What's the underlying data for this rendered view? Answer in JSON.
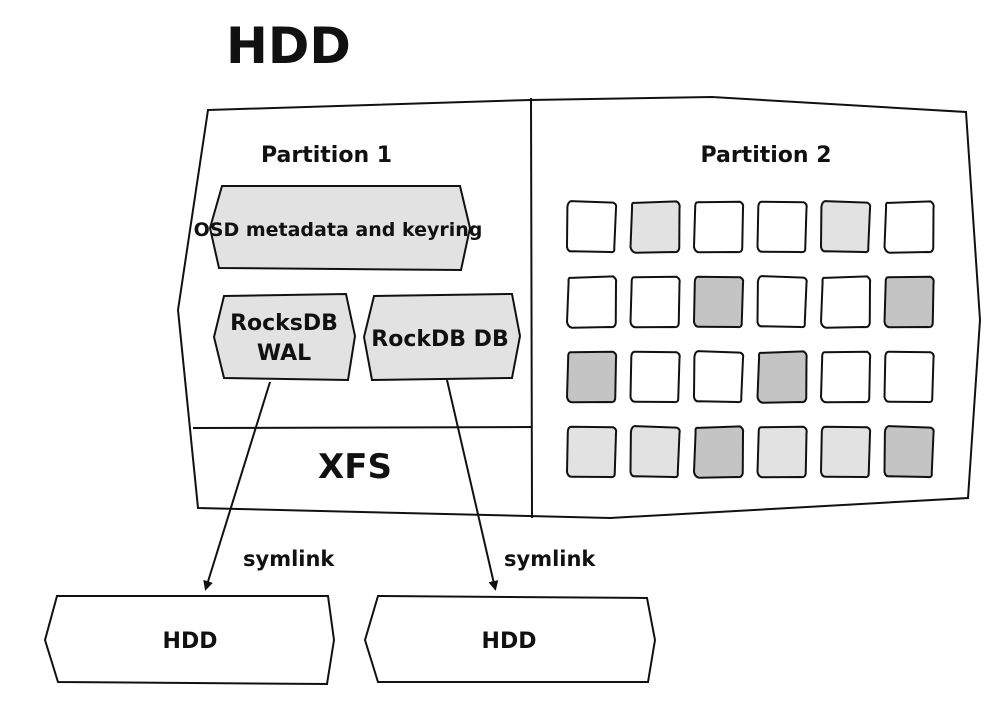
{
  "title": "HDD",
  "partition1": {
    "label": "Partition 1",
    "osd_box": "OSD metadata and keyring",
    "rocksdb_wal_line1": "RocksDB",
    "rocksdb_wal_line2": "WAL",
    "rockdb_db": "RockDB DB",
    "xfs": "XFS"
  },
  "partition2": {
    "label": "Partition 2",
    "grid_rows": [
      [
        "white",
        "light",
        "white",
        "white",
        "light",
        "white"
      ],
      [
        "white",
        "white",
        "dark",
        "white",
        "white",
        "dark"
      ],
      [
        "dark",
        "white",
        "white",
        "dark",
        "white",
        "white"
      ],
      [
        "light",
        "light",
        "dark",
        "light",
        "light",
        "dark"
      ]
    ]
  },
  "links": [
    {
      "label": "symlink",
      "target": "HDD"
    },
    {
      "label": "symlink",
      "target": "HDD"
    }
  ],
  "colors": {
    "white": "#ffffff",
    "light": "#e2e2e2",
    "dark": "#c4c4c4",
    "stroke": "#111111"
  }
}
